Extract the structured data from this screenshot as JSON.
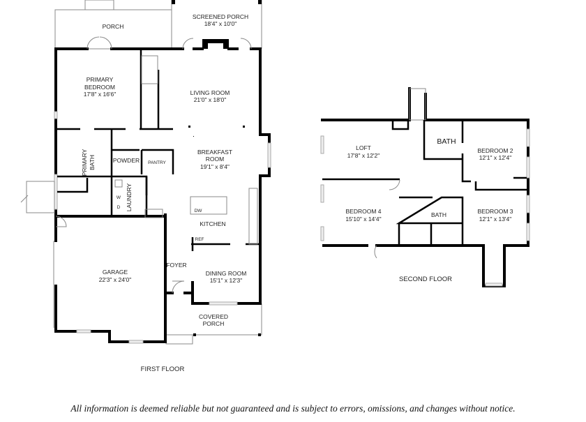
{
  "first_floor": {
    "title": "FIRST FLOOR",
    "rooms": {
      "porch": {
        "name": "PORCH"
      },
      "screened_porch": {
        "name": "SCREENED PORCH",
        "dims": "18'4\" x 10'0\""
      },
      "primary_bedroom": {
        "name1": "PRIMARY",
        "name2": "BEDROOM",
        "dims": "17'8\" x 16'6\""
      },
      "living_room": {
        "name": "LIVING ROOM",
        "dims": "21'0\" x 18'0\""
      },
      "primary_bath": {
        "name1": "PRIMARY",
        "name2": "BATH"
      },
      "powder": {
        "name": "POWDER"
      },
      "pantry": {
        "name": "PANTRY"
      },
      "breakfast_room": {
        "name1": "BREAKFAST",
        "name2": "ROOM",
        "dims": "19'1\" x 8'4\""
      },
      "laundry": {
        "name": "LAUNDRY",
        "washer": "W",
        "dryer": "D"
      },
      "kitchen": {
        "name": "KITCHEN",
        "dishwasher": "DW",
        "refrigerator": "REF"
      },
      "garage": {
        "name": "GARAGE",
        "dims": "22'3\" x 24'0\""
      },
      "foyer": {
        "name": "FOYER"
      },
      "dining_room": {
        "name": "DINING ROOM",
        "dims": "15'1\" x 12'3\""
      },
      "covered_porch": {
        "name1": "COVERED",
        "name2": "PORCH"
      }
    }
  },
  "second_floor": {
    "title": "SECOND FLOOR",
    "rooms": {
      "loft": {
        "name": "LOFT",
        "dims": "17'8\" x 12'2\""
      },
      "bath_upper": {
        "name": "BATH"
      },
      "bedroom_2": {
        "name": "BEDROOM 2",
        "dims": "12'1\" x 12'4\""
      },
      "bedroom_4": {
        "name": "BEDROOM 4",
        "dims": "15'10\" x 14'4\""
      },
      "bath_hall": {
        "name": "BATH"
      },
      "bedroom_3": {
        "name": "BEDROOM 3",
        "dims": "12'1\" x 13'4\""
      }
    }
  },
  "disclaimer": "All information is deemed reliable but not guaranteed and is subject to errors, omissions, and changes without notice."
}
